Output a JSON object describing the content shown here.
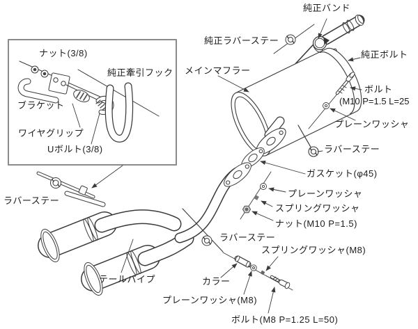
{
  "colors": {
    "line": "#3a3a3a",
    "text": "#1c1c1c",
    "background": "#ffffff",
    "inset_border": "#8a8a8a"
  },
  "inset": {
    "nut_38": "ナット(3/8)",
    "tow_hook": "純正牽引フック",
    "bracket": "ブラケット",
    "wire_grip": "ワイヤグリップ",
    "u_bolt_38": "Uボルト(3/8)"
  },
  "labels": {
    "oem_band": "純正バンド",
    "oem_rubber_stay": "純正ラバーステー",
    "oem_bolt": "純正ボルト",
    "main_muffler": "メインマフラー",
    "bolt_m10": "ボルト",
    "bolt_m10_spec": "(M10 P=1.5 L=25",
    "plain_washer": "プレーンワッシャ",
    "rubber_stay": "ラバーステー",
    "gasket_45": "ガスケット(φ45)",
    "plain_washer_2": "プレーンワッシャ",
    "spring_washer": "スプリングワッシャ",
    "nut_m10": "ナット(M10 P=1.5)",
    "rubber_stay_left": "ラバーステー",
    "rubber_stay_center": "ラバーステー",
    "spring_washer_m8": "スプリングワッシャ(M8)",
    "collar": "カラー",
    "tail_pipe": "テールパイプ",
    "plain_washer_m8": "プレーンワッシャ(M8)",
    "bolt_m8": "ボルト(M8 P=1.25 L=50)"
  }
}
